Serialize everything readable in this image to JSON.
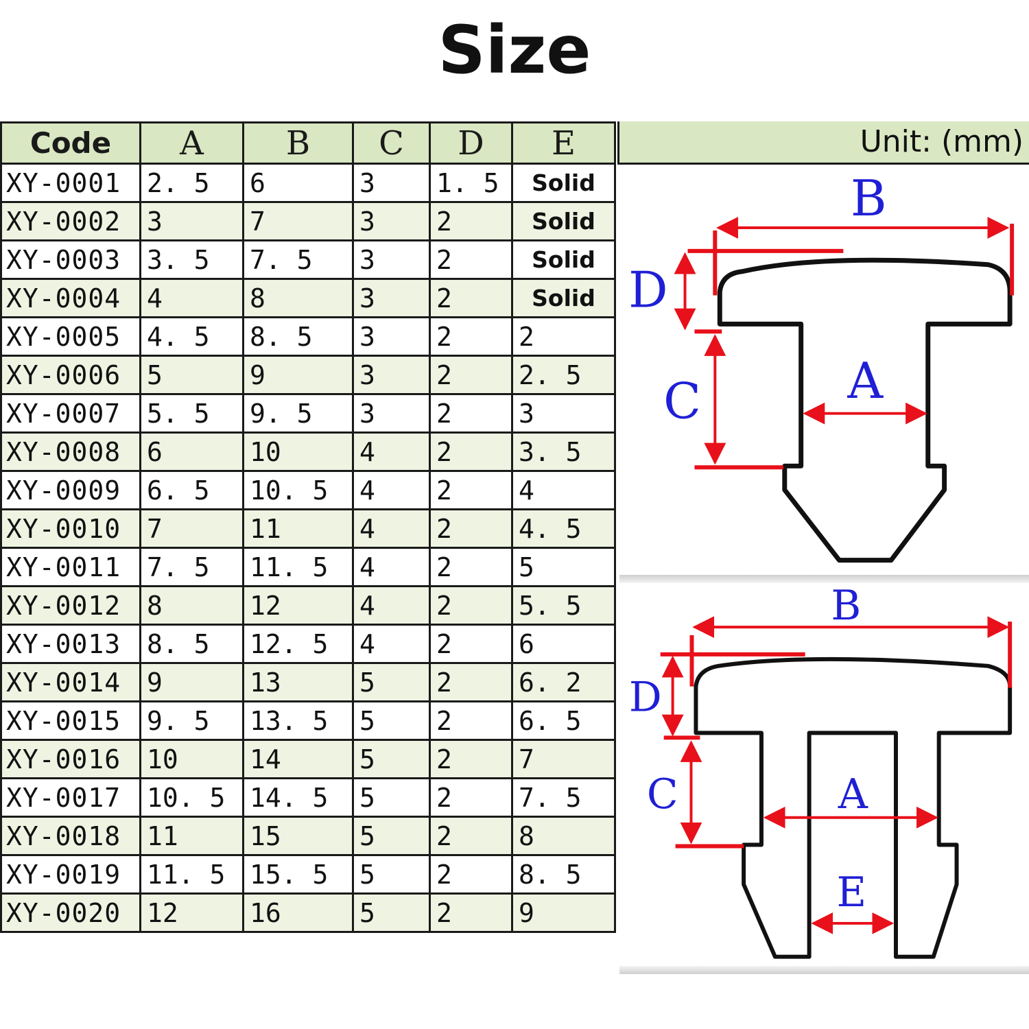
{
  "title": "Size",
  "unit_label": "Unit: (mm)",
  "table": {
    "headers": [
      "Code",
      "A",
      "B",
      "C",
      "D",
      "E"
    ],
    "rows": [
      [
        "XY-0001",
        "2. 5",
        "6",
        "3",
        "1. 5",
        "Solid"
      ],
      [
        "XY-0002",
        "3",
        "7",
        "3",
        "2",
        "Solid"
      ],
      [
        "XY-0003",
        "3. 5",
        "7. 5",
        "3",
        "2",
        "Solid"
      ],
      [
        "XY-0004",
        "4",
        "8",
        "3",
        "2",
        "Solid"
      ],
      [
        "XY-0005",
        "4. 5",
        "8. 5",
        "3",
        "2",
        "2"
      ],
      [
        "XY-0006",
        "5",
        "9",
        "3",
        "2",
        "2. 5"
      ],
      [
        "XY-0007",
        "5. 5",
        "9. 5",
        "3",
        "2",
        "3"
      ],
      [
        "XY-0008",
        "6",
        "10",
        "4",
        "2",
        "3. 5"
      ],
      [
        "XY-0009",
        "6. 5",
        "10. 5",
        "4",
        "2",
        "4"
      ],
      [
        "XY-0010",
        "7",
        "11",
        "4",
        "2",
        "4. 5"
      ],
      [
        "XY-0011",
        "7. 5",
        "11. 5",
        "4",
        "2",
        "5"
      ],
      [
        "XY-0012",
        "8",
        "12",
        "4",
        "2",
        "5. 5"
      ],
      [
        "XY-0013",
        "8. 5",
        "12. 5",
        "4",
        "2",
        "6"
      ],
      [
        "XY-0014",
        "9",
        "13",
        "5",
        "2",
        "6. 2"
      ],
      [
        "XY-0015",
        "9. 5",
        "13. 5",
        "5",
        "2",
        "6. 5"
      ],
      [
        "XY-0016",
        "10",
        "14",
        "5",
        "2",
        "7"
      ],
      [
        "XY-0017",
        "10. 5",
        "14. 5",
        "5",
        "2",
        "7. 5"
      ],
      [
        "XY-0018",
        "11",
        "15",
        "5",
        "2",
        "8"
      ],
      [
        "XY-0019",
        "11. 5",
        "15. 5",
        "5",
        "2",
        "8. 5"
      ],
      [
        "XY-0020",
        "12",
        "16",
        "5",
        "2",
        "9"
      ]
    ]
  },
  "diagrams": {
    "solid": {
      "labels": {
        "b": "B",
        "d": "D",
        "c": "C",
        "a": "A"
      }
    },
    "hollow": {
      "labels": {
        "b": "B",
        "d": "D",
        "c": "C",
        "a": "A",
        "e": "E"
      }
    }
  },
  "colors": {
    "header_bg": "#d9e7c2",
    "row_alt_bg": "#eef3e2",
    "dimension_line": "#e8101a",
    "dimension_label": "#1f1fd6",
    "outline": "#111111"
  }
}
